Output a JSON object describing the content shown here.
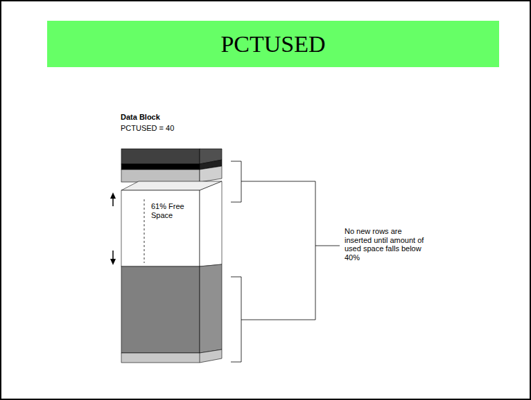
{
  "diagram": {
    "title": "PCTUSED",
    "labels": [
      "Data Block",
      "PCTUSED = 40",
      "61% Free Space",
      "No new rows are inserted until amount of used space falls below 40%"
    ]
  }
}
